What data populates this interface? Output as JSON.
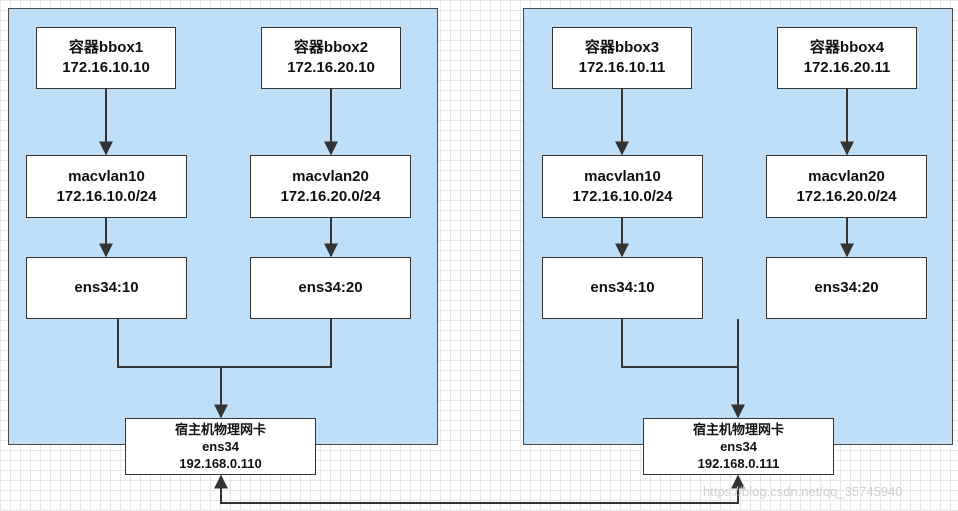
{
  "hosts": [
    {
      "containers": [
        {
          "name": "容器bbox1",
          "ip": "172.16.10.10"
        },
        {
          "name": "容器bbox2",
          "ip": "172.16.20.10"
        }
      ],
      "macvlans": [
        {
          "name": "macvlan10",
          "subnet": "172.16.10.0/24"
        },
        {
          "name": "macvlan20",
          "subnet": "172.16.20.0/24"
        }
      ],
      "subifs": [
        {
          "name": "ens34:10"
        },
        {
          "name": "ens34:20"
        }
      ],
      "nic": {
        "title": "宿主机物理网卡",
        "iface": "ens34",
        "ip": "192.168.0.110"
      }
    },
    {
      "containers": [
        {
          "name": "容器bbox3",
          "ip": "172.16.10.11"
        },
        {
          "name": "容器bbox4",
          "ip": "172.16.20.11"
        }
      ],
      "macvlans": [
        {
          "name": "macvlan10",
          "subnet": "172.16.10.0/24"
        },
        {
          "name": "macvlan20",
          "subnet": "172.16.20.0/24"
        }
      ],
      "subifs": [
        {
          "name": "ens34:10"
        },
        {
          "name": "ens34:20"
        }
      ],
      "nic": {
        "title": "宿主机物理网卡",
        "iface": "ens34",
        "ip": "192.168.0.111"
      }
    }
  ],
  "watermark": "https://blog.csdn.net/qq_35745940",
  "colors": {
    "panel": "#bfdff8",
    "line": "#333333",
    "grid": "#e6e6e6"
  }
}
